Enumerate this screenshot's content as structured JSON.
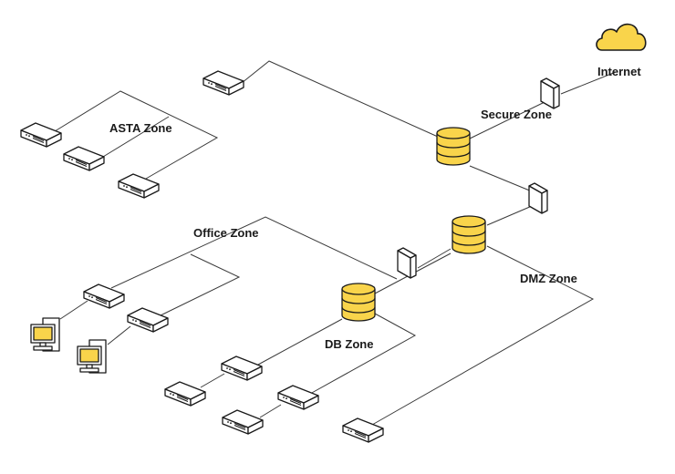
{
  "diagram": {
    "labels": {
      "internet": "Internet",
      "secure_zone": "Secure Zone",
      "asta_zone": "ASTA Zone",
      "office_zone": "Office Zone",
      "dmz_zone": "DMZ Zone",
      "db_zone": "DB Zone"
    },
    "colors": {
      "accent": "#F9D44B",
      "outline": "#1a1a1a",
      "device_fill": "#ffffff",
      "link": "#3a3a3a"
    },
    "icons": [
      "cloud-icon",
      "firewall-icon",
      "database-icon",
      "switch-icon",
      "workstation-icon"
    ]
  }
}
